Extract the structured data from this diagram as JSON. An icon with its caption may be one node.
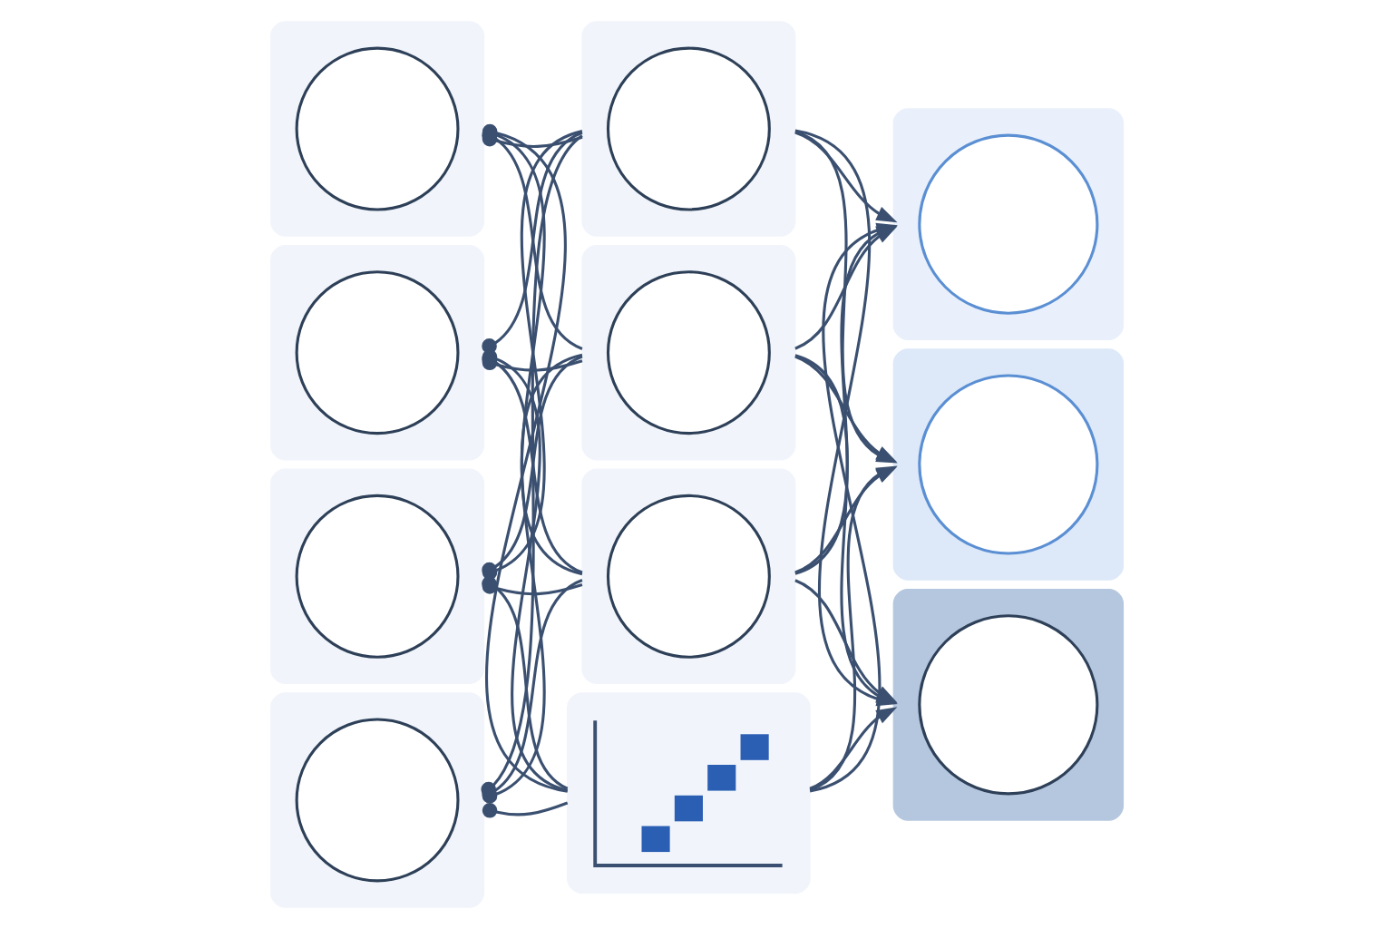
{
  "diagram": {
    "nodes": [
      {
        "text": [],
        "shape": "box"
      },
      {
        "text": [],
        "shape": "circle",
        "in": 0
      },
      {
        "text": [],
        "shape": "box"
      },
      {
        "text": [],
        "shape": "circle",
        "in": 2
      },
      {
        "text": [],
        "shape": "box"
      },
      {
        "text": [],
        "shape": "circle",
        "in": 4
      },
      {
        "text": [],
        "shape": "box"
      },
      {
        "text": [],
        "shape": "circle",
        "in": 6
      },
      {
        "text": [],
        "shape": "box"
      },
      {
        "text": [],
        "shape": "circle",
        "in": 8
      },
      {
        "text": [],
        "shape": "box"
      },
      {
        "text": [],
        "shape": "circle",
        "in": 10
      },
      {
        "text": [],
        "shape": "box"
      },
      {
        "text": [],
        "shape": "circle",
        "in": 12
      },
      {
        "text": [],
        "shape": "box"
      },
      {
        "text": [],
        "shape": "picture",
        "in": 14
      },
      {
        "text": [],
        "shape": "box"
      },
      {
        "text": [],
        "shape": "circle",
        "in": 16
      },
      {
        "text": [],
        "shape": "box"
      },
      {
        "text": [],
        "shape": "circle",
        "in": 18
      },
      {
        "text": [],
        "shape": "box"
      },
      {
        "text": [],
        "shape": "circle",
        "in": 20
      }
    ],
    "edges": [
      {
        "from": 0,
        "to": 8,
        "arrow": "other"
      },
      {
        "from": 0,
        "to": 10,
        "arrow": "other"
      },
      {
        "from": 0,
        "to": 12,
        "arrow": "other"
      },
      {
        "from": 0,
        "to": 14,
        "arrow": "other"
      },
      {
        "from": 2,
        "to": 8,
        "arrow": "other"
      },
      {
        "from": 2,
        "to": 10,
        "arrow": "other"
      },
      {
        "from": 2,
        "to": 12,
        "arrow": "other"
      },
      {
        "from": 2,
        "to": 14,
        "arrow": "other"
      },
      {
        "from": 4,
        "to": 8,
        "arrow": "other"
      },
      {
        "from": 4,
        "to": 10,
        "arrow": "other"
      },
      {
        "from": 4,
        "to": 12,
        "arrow": "other"
      },
      {
        "from": 4,
        "to": 14,
        "arrow": "other"
      },
      {
        "from": 6,
        "to": 8,
        "arrow": "other"
      },
      {
        "from": 6,
        "to": 10,
        "arrow": "other"
      },
      {
        "from": 6,
        "to": 12,
        "arrow": "other"
      },
      {
        "from": 6,
        "to": 14,
        "arrow": "other"
      },
      {
        "from": 8,
        "to": 16,
        "arrow": "to"
      },
      {
        "from": 8,
        "to": 18,
        "arrow": "to"
      },
      {
        "from": 8,
        "to": 20,
        "arrow": "to"
      },
      {
        "from": 10,
        "to": 16,
        "arrow": "to"
      },
      {
        "from": 10,
        "to": 18,
        "arrow": "to"
      },
      {
        "from": 10,
        "to": 20,
        "arrow": "to"
      },
      {
        "from": 12,
        "to": 16,
        "arrow": "to"
      },
      {
        "from": 12,
        "to": 18,
        "arrow": "to"
      },
      {
        "from": 12,
        "to": 20,
        "arrow": "to"
      },
      {
        "from": 14,
        "to": 16,
        "arrow": "to"
      },
      {
        "from": 14,
        "to": 18,
        "arrow": "to"
      },
      {
        "from": 14,
        "to": 20,
        "arrow": "to"
      }
    ]
  }
}
